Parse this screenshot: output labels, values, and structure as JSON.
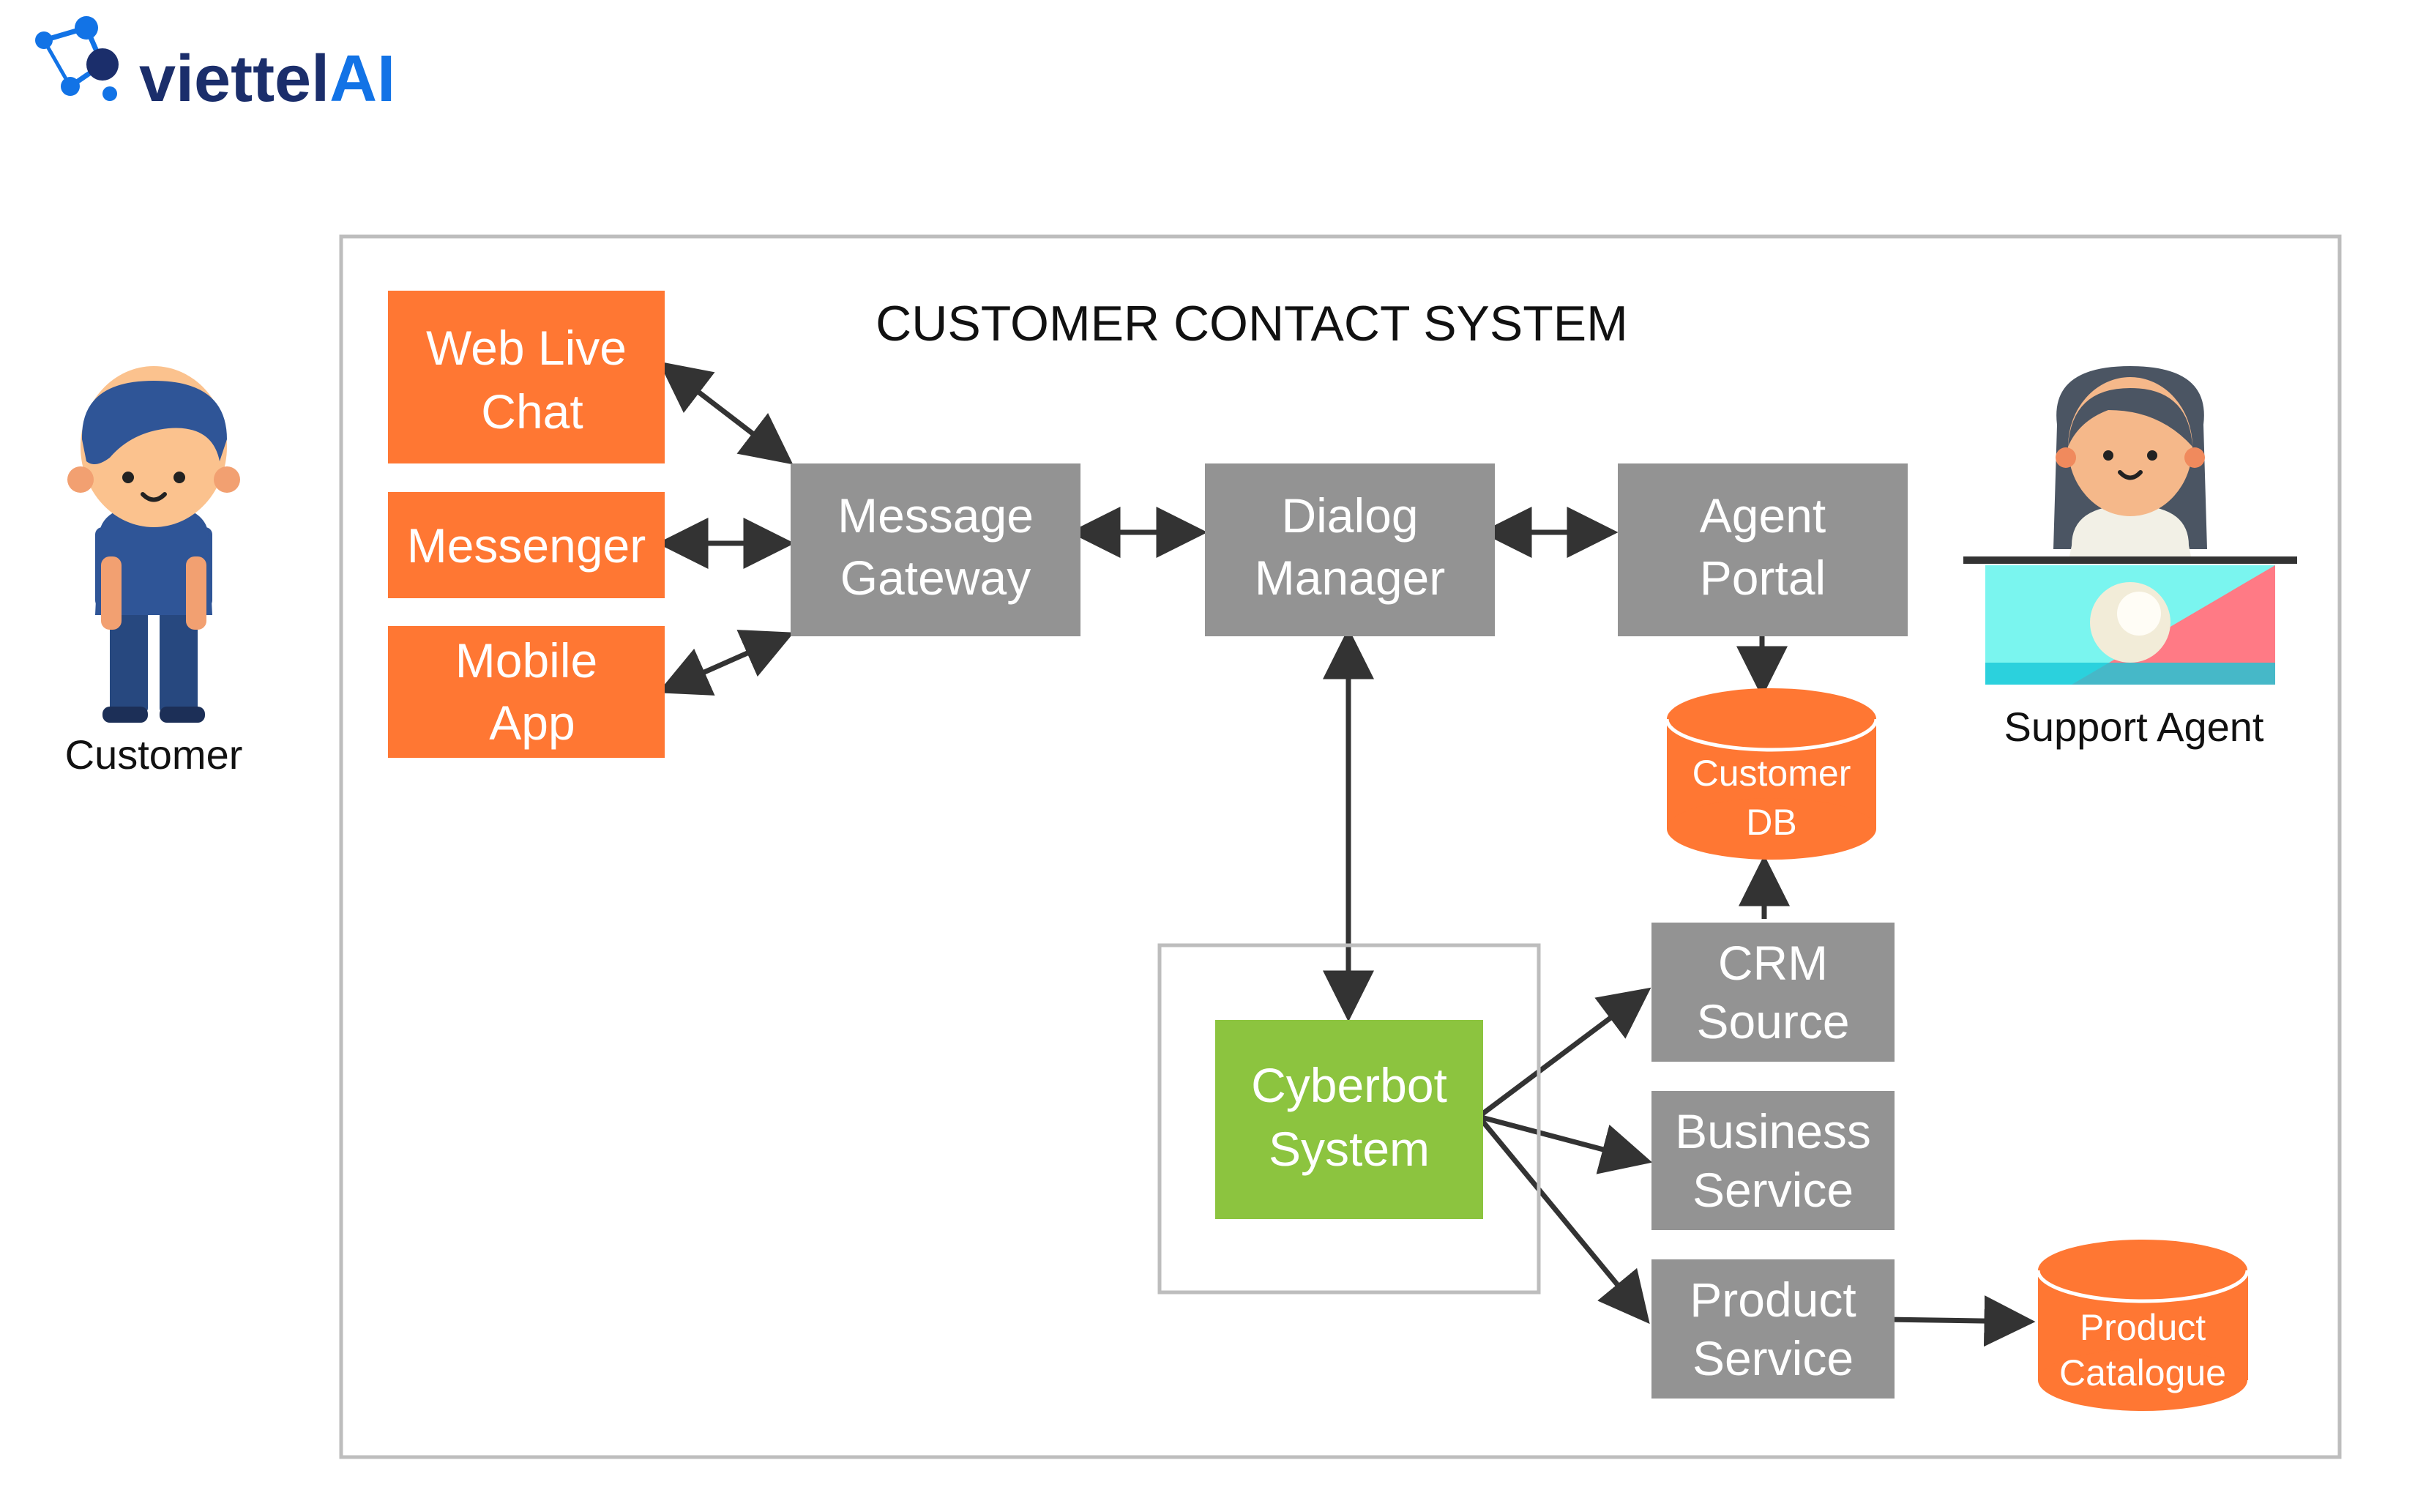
{
  "logo": {
    "brand": "viettel",
    "suffix": "AI"
  },
  "system_title": "CUSTOMER CONTACT SYSTEM",
  "actors": {
    "customer": "Customer",
    "support_agent": "Support Agent"
  },
  "channels": {
    "web_live_chat": [
      "Web Live",
      "Chat"
    ],
    "messenger": [
      "Messenger"
    ],
    "mobile_app": [
      "Mobile",
      "App"
    ]
  },
  "components": {
    "message_gateway": [
      "Message",
      "Gateway"
    ],
    "dialog_manager": [
      "Dialog",
      "Manager"
    ],
    "agent_portal": [
      "Agent",
      "Portal"
    ],
    "customer_db": [
      "Customer",
      "DB"
    ],
    "crm_source": [
      "CRM",
      "Source"
    ],
    "business_service": [
      "Business",
      "Service"
    ],
    "product_service": [
      "Product",
      "Service"
    ],
    "product_catalogue": [
      "Product",
      "Catalogue"
    ],
    "cyberbot_system": [
      "Cyberbot",
      "System"
    ]
  },
  "colors": {
    "orange": "#FF7733",
    "gray": "#939393",
    "green": "#8CC43F",
    "frame": "#BDBDBD",
    "arrow": "#333333",
    "logo_blue": "#1273E6",
    "logo_navy": "#1B2E6B"
  }
}
